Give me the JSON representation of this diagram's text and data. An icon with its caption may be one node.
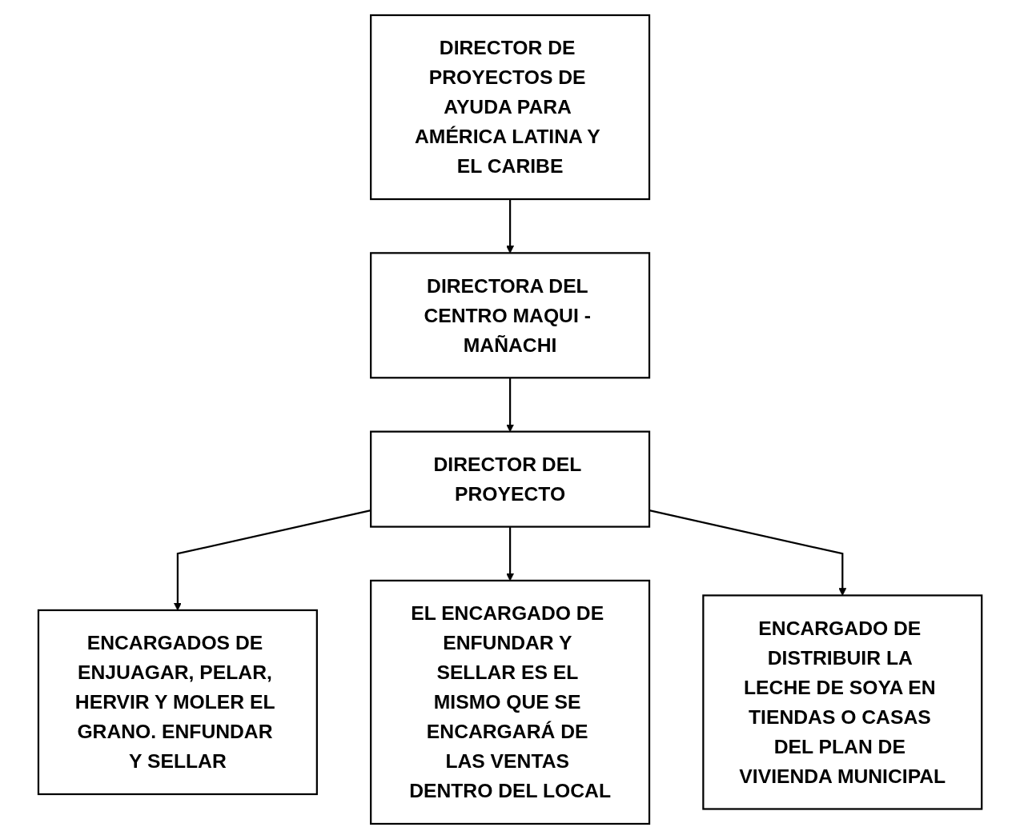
{
  "diagram": {
    "nodes": [
      {
        "text": [
          "DIRECTOR DE PROYECTOS DE AYUDA PARA AMÉRICA LATINA Y EL CARIBE"
        ]
      },
      {
        "text": [
          "DIRECTORA DEL CENTRO MAQUI - MAÑACHI"
        ]
      },
      {
        "text": [
          "DIRECTOR DEL PROYECTO"
        ]
      },
      {
        "text": [
          "ENCARGADOS DE ENJUAGAR, PELAR, HERVIR Y MOLER EL GRANO. ENFUNDAR Y SELLAR"
        ]
      },
      {
        "text": [
          "EL ENCARGADO DE ENFUNDAR Y SELLAR ES EL MISMO QUE SE ENCARGARÁ DE LAS VENTAS DENTRO DEL LOCAL"
        ]
      },
      {
        "text": [
          "ENCARGADO DE DISTRIBUIR LA LECHE DE SOYA EN TIENDAS O CASAS DEL PLAN DE VIVIENDA MUNICIPAL"
        ]
      }
    ],
    "edges": [
      {
        "from": 0,
        "to": 1,
        "arrow": "to"
      },
      {
        "from": 1,
        "to": 2,
        "arrow": "to"
      },
      {
        "from": 2,
        "to": 3,
        "arrow": "to"
      },
      {
        "from": 2,
        "to": 4,
        "arrow": "to"
      },
      {
        "from": 2,
        "to": 5,
        "arrow": "to"
      }
    ]
  }
}
